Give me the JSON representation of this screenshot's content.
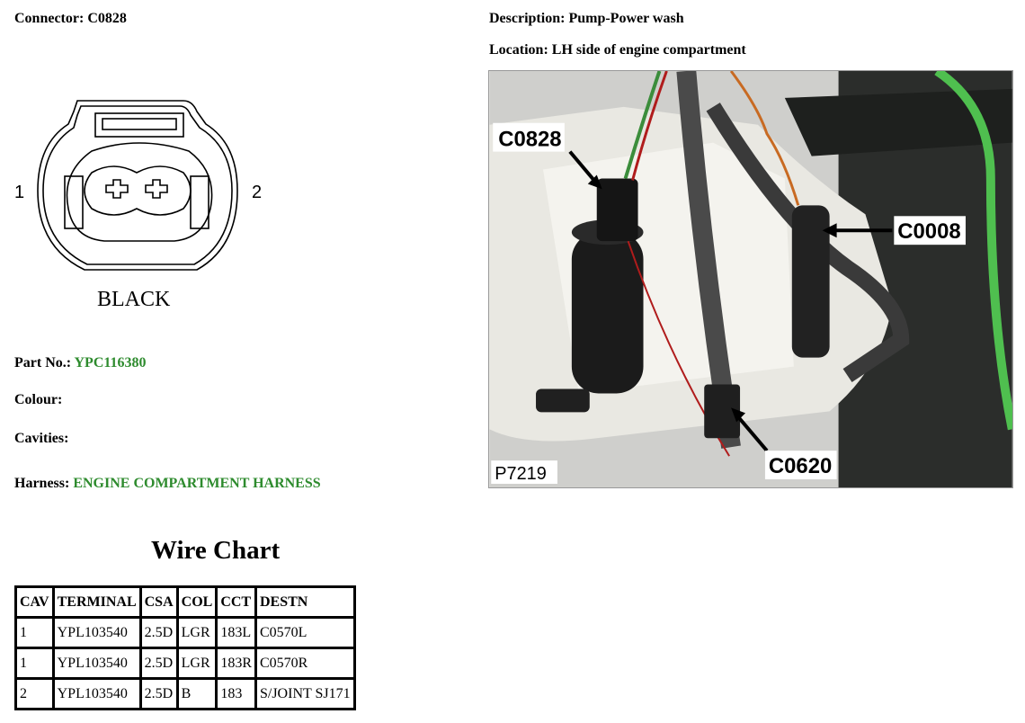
{
  "connector": {
    "label": "Connector:",
    "value": "C0828"
  },
  "description": {
    "label": "Description:",
    "value": "Pump-Power wash"
  },
  "location": {
    "label": "Location:",
    "value": "LH side of engine compartment"
  },
  "diagram": {
    "pin_left": "1",
    "pin_right": "2",
    "color_label": "BLACK"
  },
  "part_no": {
    "label": "Part No.:",
    "value": "YPC116380"
  },
  "colour": {
    "label": "Colour:",
    "value": ""
  },
  "cavities": {
    "label": "Cavities:",
    "value": ""
  },
  "harness": {
    "label": "Harness:",
    "value": "ENGINE COMPARTMENT HARNESS"
  },
  "wire_chart": {
    "title": "Wire Chart",
    "headers": [
      "CAV",
      "TERMINAL",
      "CSA",
      "COL",
      "CCT",
      "DESTN"
    ],
    "rows": [
      [
        "1",
        "YPL103540",
        "2.5D",
        "LGR",
        "183L",
        "C0570L"
      ],
      [
        "1",
        "YPL103540",
        "2.5D",
        "LGR",
        "183R",
        "C0570R"
      ],
      [
        "2",
        "YPL103540",
        "2.5D",
        "B",
        "183",
        "S/JOINT SJ171"
      ]
    ]
  },
  "photo": {
    "code": "P7219",
    "callouts": {
      "c0828": "C0828",
      "c0008": "C0008",
      "c0620": "C0620"
    }
  },
  "colors": {
    "value_green": "#2e8b2e"
  }
}
